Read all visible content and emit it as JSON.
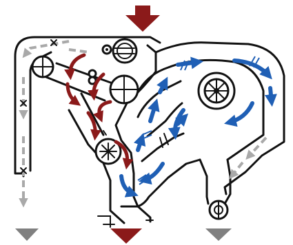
{
  "colors": {
    "inlet_feed": "#8b1a1a",
    "outlet_feed": "#8b1a1a",
    "airflow": "#1f5fb5",
    "waste": "#a9a9a9",
    "outline": "#111111",
    "background": "#ffffff"
  },
  "flows": {
    "inlet": "feed-inlet-arrow",
    "outlet": "feed-outlet-arrow",
    "air": "air-circulation-arrows",
    "waste": "waste-discharge-arrows"
  }
}
